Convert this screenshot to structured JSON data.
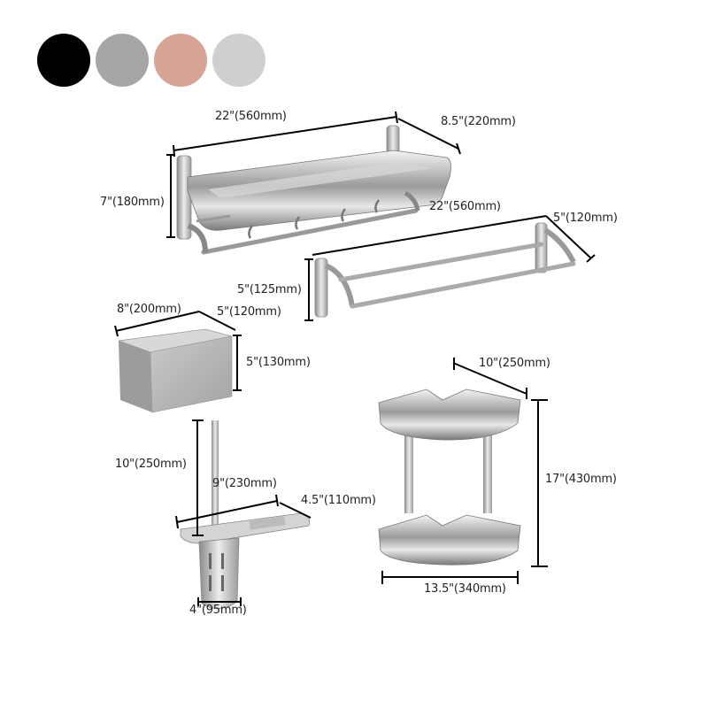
{
  "swatches": [
    {
      "name": "black",
      "color": "#000000"
    },
    {
      "name": "gray",
      "color": "#a6a6a6"
    },
    {
      "name": "rose-gold",
      "color": "#d5a494"
    },
    {
      "name": "silver",
      "color": "#cfcfd1"
    }
  ],
  "products": {
    "towel_shelf": {
      "width": "22\"(560mm)",
      "depth": "8.5\"(220mm)",
      "height": "7\"(180mm)"
    },
    "towel_bar": {
      "width": "22\"(560mm)",
      "depth": "5\"(120mm)",
      "height": "5\"(125mm)"
    },
    "paper_holder": {
      "width": "8\"(200mm)",
      "depth": "5\"(120mm)",
      "height": "5\"(130mm)"
    },
    "brush_holder": {
      "height": "10\"(250mm)",
      "width": "9\"(230mm)",
      "depth": "4.5\"(110mm)",
      "cup_width": "4\"(95mm)"
    },
    "corner_shelf": {
      "depth": "10\"(250mm)",
      "height": "17\"(430mm)",
      "width": "13.5\"(340mm)"
    }
  }
}
